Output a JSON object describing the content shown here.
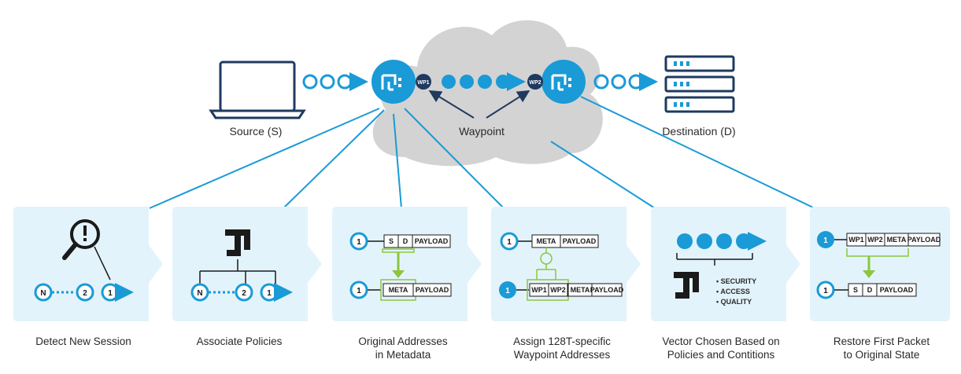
{
  "labels": {
    "source": "Source (S)",
    "destination": "Destination (D)",
    "waypoint": "Waypoint",
    "wp1": "WP1",
    "wp2": "WP2"
  },
  "steps": [
    {
      "caption": [
        "Detect New Session"
      ],
      "nodes": [
        "N",
        "2",
        "1"
      ]
    },
    {
      "caption": [
        "Associate Policies"
      ],
      "nodes": [
        "N",
        "2",
        "1"
      ]
    },
    {
      "caption": [
        "Original Addresses",
        "in Metadata"
      ],
      "row1": {
        "num": "1",
        "cells": [
          "S",
          "D",
          "PAYLOAD"
        ]
      },
      "row2": {
        "num": "1",
        "cells": [
          "META",
          "PAYLOAD"
        ]
      }
    },
    {
      "caption": [
        "Assign 128T-specific",
        "Waypoint Addresses"
      ],
      "row1": {
        "num": "1",
        "cells": [
          "META",
          "PAYLOAD"
        ]
      },
      "row2": {
        "num": "1",
        "cells": [
          "WP1",
          "WP2",
          "META",
          "PAYLOAD"
        ]
      }
    },
    {
      "caption": [
        "Vector Chosen Based on",
        "Policies and Contitions"
      ],
      "bullets": [
        "• SECURITY",
        "• ACCESS",
        "• QUALITY"
      ]
    },
    {
      "caption": [
        "Restore First Packet",
        "to Original State"
      ],
      "row1": {
        "num": "1",
        "cells": [
          "WP1",
          "WP2",
          "META",
          "PAYLOAD"
        ]
      },
      "row2": {
        "num": "1",
        "cells": [
          "S",
          "D",
          "PAYLOAD"
        ]
      }
    }
  ],
  "colors": {
    "accent": "#1a9ad6",
    "panel": "#e3f3fb",
    "cloud": "#d3d3d3",
    "dark": "#1a1a1a",
    "green": "#8cc63f",
    "navy": "#1f3a5f"
  }
}
